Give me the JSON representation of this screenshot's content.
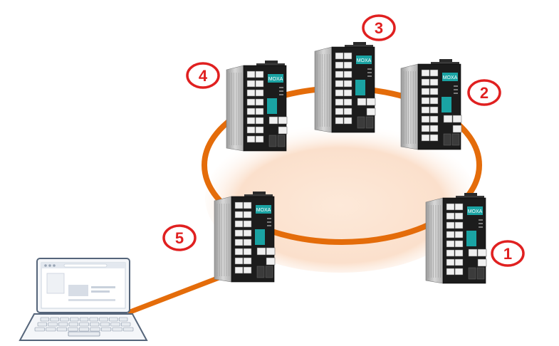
{
  "colors": {
    "ring": "#e46c0a",
    "ring_fill": "#fde9d9",
    "cable": "#e46c0a",
    "badge_border": "#e02020",
    "badge_text": "#e02020",
    "badge_fill": "#ffffff",
    "switch_front": "#1c1c1c",
    "switch_side": "#c8c8c8",
    "switch_accent": "#1aa3a3",
    "port": "#f0f0f0"
  },
  "switches": [
    {
      "id": "switch-1",
      "label": "1",
      "brand": "MOXA"
    },
    {
      "id": "switch-2",
      "label": "2",
      "brand": "MOXA"
    },
    {
      "id": "switch-3",
      "label": "3",
      "brand": "MOXA"
    },
    {
      "id": "switch-4",
      "label": "4",
      "brand": "MOXA"
    },
    {
      "id": "switch-5",
      "label": "5",
      "brand": "MOXA"
    }
  ],
  "laptop": {
    "icon": "laptop-icon"
  }
}
